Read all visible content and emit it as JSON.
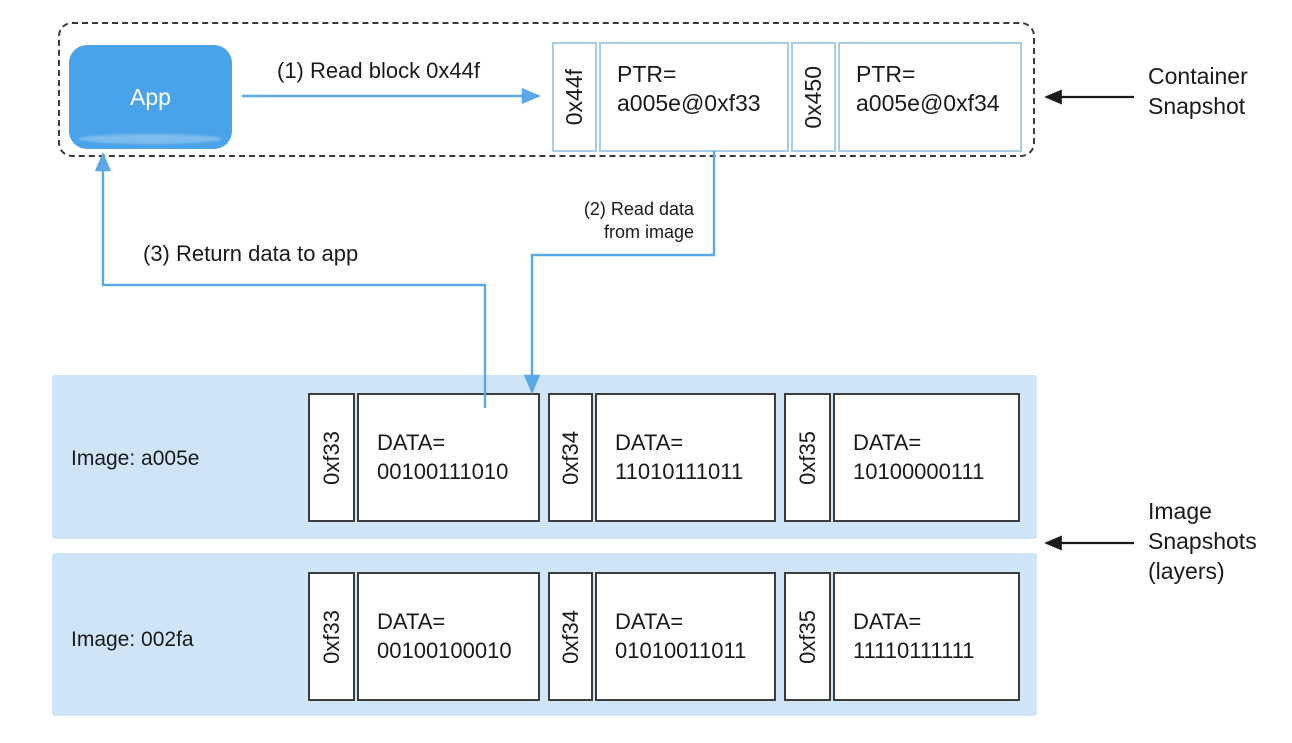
{
  "colors": {
    "accent_blue": "#4aa3e8",
    "arrow_blue": "#5aa9e6",
    "block_border_blue": "#a8cde8",
    "layer_band": "#cfe4f7",
    "dark_border": "#3d3d3d",
    "text": "#1a1a1a"
  },
  "container": {
    "app_label": "App",
    "side_label": "Container\nSnapshot",
    "blocks": [
      {
        "addr": "0x44f",
        "line1": "PTR=",
        "line2": "a005e@0xf33"
      },
      {
        "addr": "0x450",
        "line1": "PTR=",
        "line2": "a005e@0xf34"
      }
    ]
  },
  "steps": {
    "step1": "(1) Read block 0x44f",
    "step2": "(2) Read data\nfrom image",
    "step3": "(3) Return data to app"
  },
  "layers": {
    "side_label": "Image\nSnapshots\n(layers)",
    "rows": [
      {
        "name": "Image: a005e",
        "blocks": [
          {
            "addr": "0xf33",
            "line1": "DATA=",
            "line2": "00100111010"
          },
          {
            "addr": "0xf34",
            "line1": "DATA=",
            "line2": "11010111011"
          },
          {
            "addr": "0xf35",
            "line1": "DATA=",
            "line2": "10100000111"
          }
        ]
      },
      {
        "name": "Image: 002fa",
        "blocks": [
          {
            "addr": "0xf33",
            "line1": "DATA=",
            "line2": "00100100010"
          },
          {
            "addr": "0xf34",
            "line1": "DATA=",
            "line2": "01010011011"
          },
          {
            "addr": "0xf35",
            "line1": "DATA=",
            "line2": "11110111111"
          }
        ]
      }
    ]
  }
}
